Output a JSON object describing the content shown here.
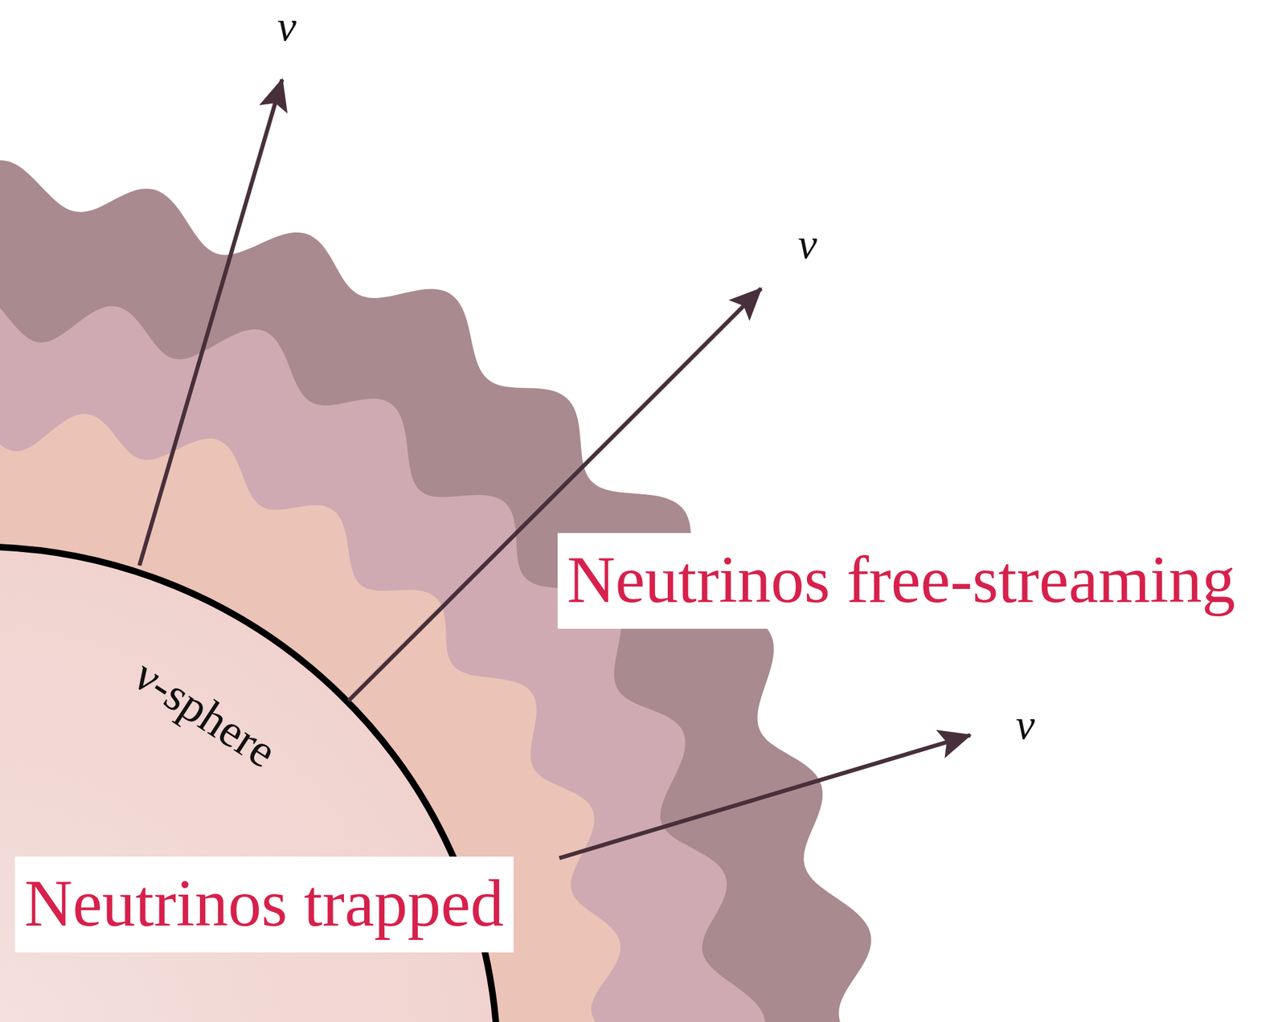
{
  "diagram": {
    "labels": [
      "ν",
      "ν",
      "Neutrinos free-streaming",
      "ν",
      "ν-sphere",
      "Neutrinos trapped"
    ]
  }
}
